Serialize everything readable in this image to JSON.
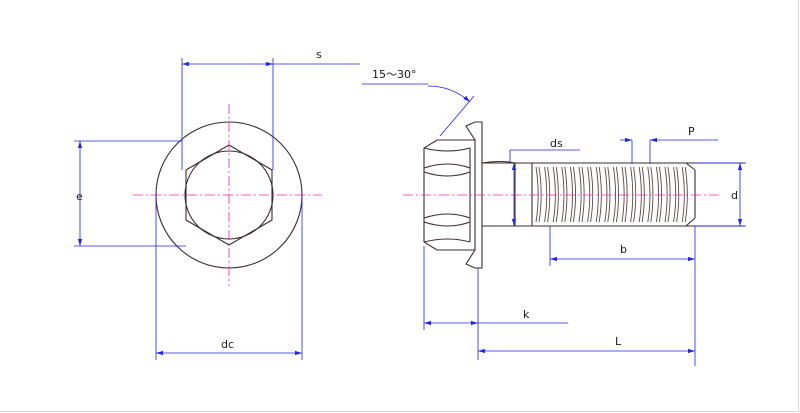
{
  "labels": {
    "s": "s",
    "e": "e",
    "dc": "dc",
    "angle": "15～30°",
    "ds": "ds",
    "P": "P",
    "d": "d",
    "b": "b",
    "k": "k",
    "L": "L"
  },
  "colors": {
    "part": "#3a2e2e",
    "dimension": "#2222ee",
    "centerline": "#ee22cc",
    "background": "#ffffff"
  }
}
